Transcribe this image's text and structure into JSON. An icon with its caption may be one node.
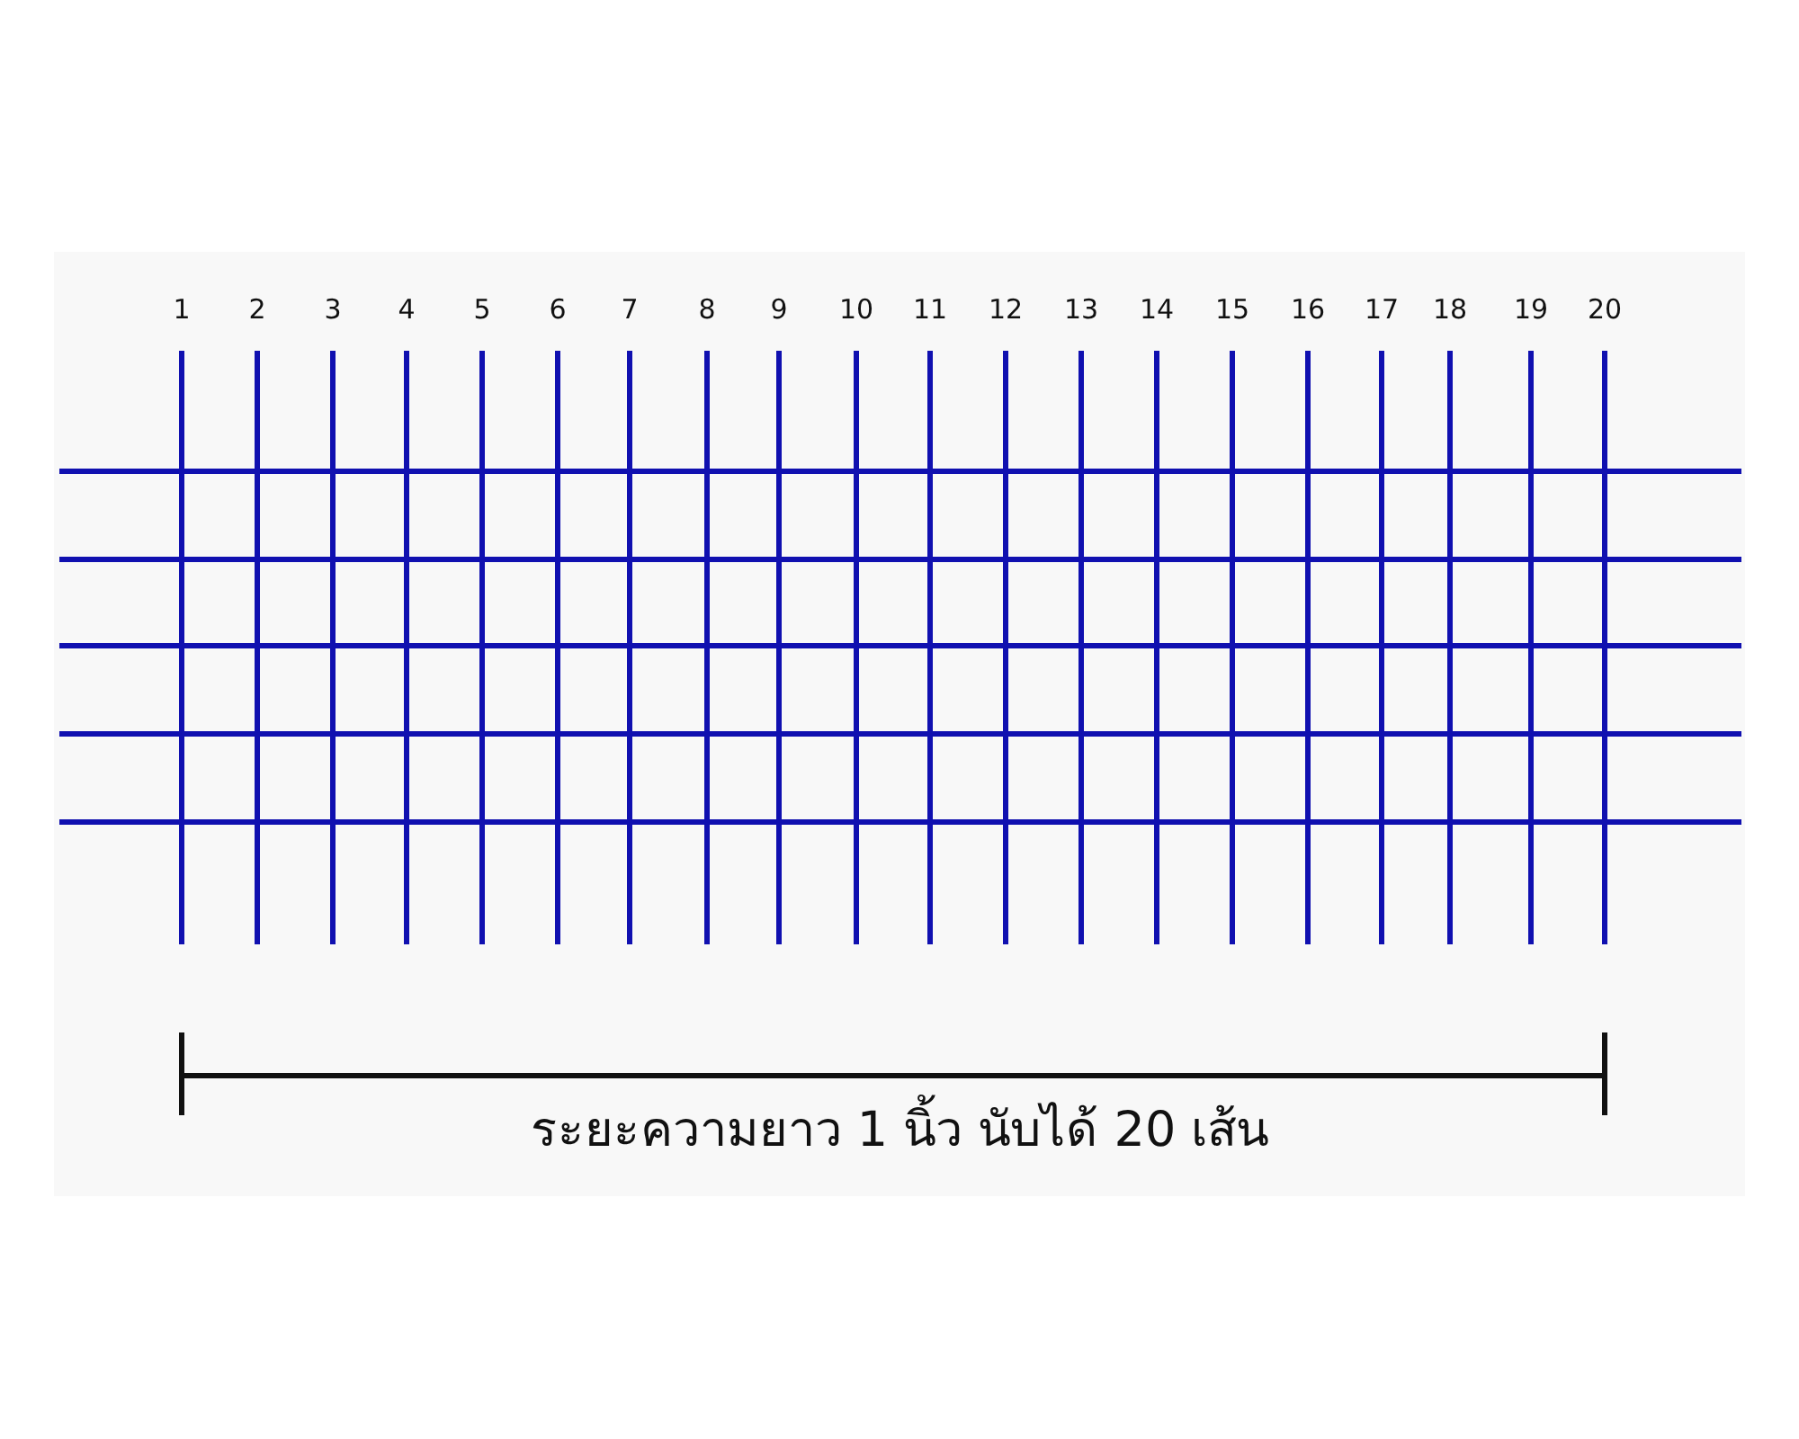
{
  "diagram": {
    "labels": [
      "1",
      "2",
      "3",
      "4",
      "5",
      "6",
      "7",
      "8",
      "9",
      "10",
      "11",
      "12",
      "13",
      "14",
      "15",
      "16",
      "17",
      "18",
      "19",
      "20",
      "ระยะความยาว 1 นิ้ว นับได้ 20 เส้น"
    ]
  }
}
